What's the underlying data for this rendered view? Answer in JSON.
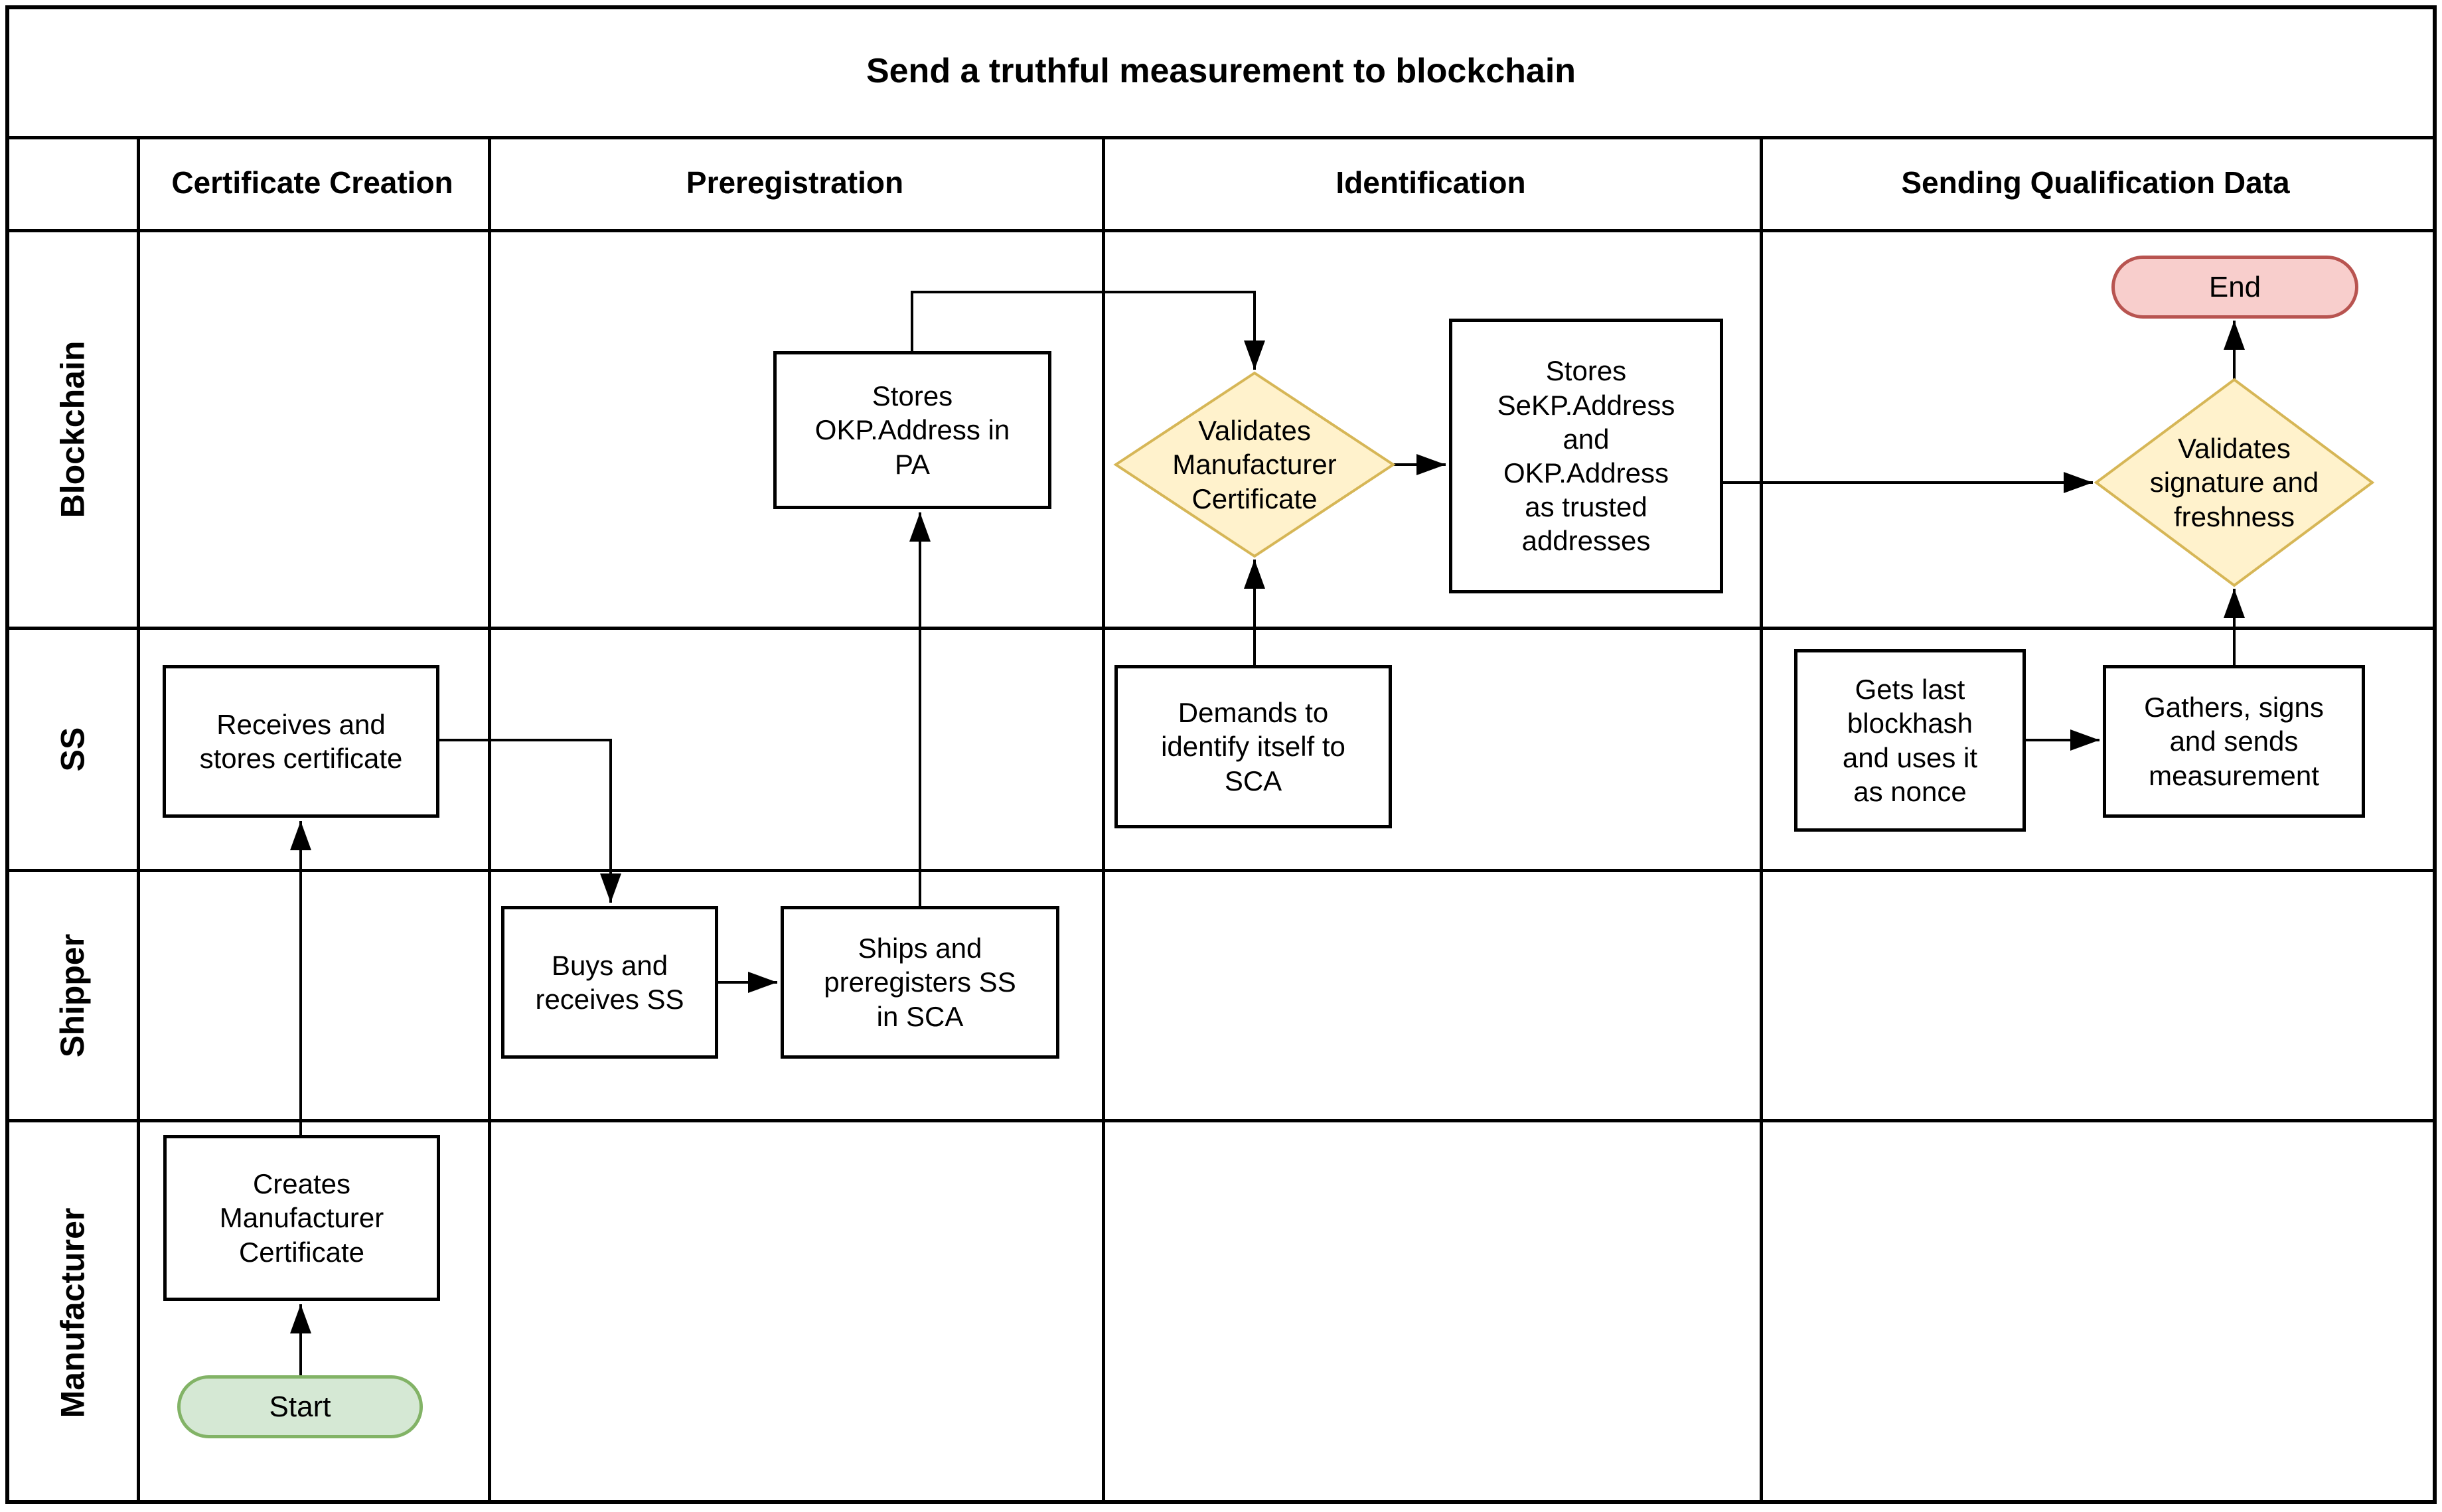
{
  "title": "Send a truthful measurement to blockchain",
  "phases": [
    {
      "label": "Certificate Creation"
    },
    {
      "label": "Preregistration"
    },
    {
      "label": "Identification"
    },
    {
      "label": "Sending Qualification Data"
    }
  ],
  "lanes": [
    {
      "label": "Blockchain"
    },
    {
      "label": "SS"
    },
    {
      "label": "Shipper"
    },
    {
      "label": "Manufacturer"
    }
  ],
  "nodes": {
    "start": {
      "type": "start-terminator",
      "lane": "Manufacturer",
      "phase": "Certificate Creation",
      "label": "Start"
    },
    "creates_certificate": {
      "type": "process",
      "lane": "Manufacturer",
      "phase": "Certificate Creation",
      "label": "Creates\nManufacturer\nCertificate"
    },
    "receives_stores_certificate": {
      "type": "process",
      "lane": "SS",
      "phase": "Certificate Creation",
      "label": "Receives and\nstores certificate"
    },
    "buys_receives_ss": {
      "type": "process",
      "lane": "Shipper",
      "phase": "Preregistration",
      "label": "Buys and\nreceives SS"
    },
    "ships_preregisters_ss": {
      "type": "process",
      "lane": "Shipper",
      "phase": "Preregistration",
      "label": "Ships and\npreregisters SS\nin SCA"
    },
    "stores_okp_address": {
      "type": "process",
      "lane": "Blockchain",
      "phase": "Preregistration",
      "label": "Stores\nOKP.Address in\nPA"
    },
    "validates_manufacturer_certificate": {
      "type": "decision",
      "lane": "Blockchain",
      "phase": "Identification",
      "label": "Validates\nManufacturer\nCertificate"
    },
    "demands_identification": {
      "type": "process",
      "lane": "SS",
      "phase": "Identification",
      "label": "Demands to\nidentify itself to\nSCA"
    },
    "stores_trusted_addresses": {
      "type": "process",
      "lane": "Blockchain",
      "phase": "Identification",
      "label": "Stores\nSeKP.Address\nand\nOKP.Address\nas trusted\naddresses"
    },
    "gets_last_blockhash": {
      "type": "process",
      "lane": "SS",
      "phase": "Sending Qualification Data",
      "label": "Gets last\nblockhash\nand uses it\nas nonce"
    },
    "gathers_signs_sends": {
      "type": "process",
      "lane": "SS",
      "phase": "Sending Qualification Data",
      "label": "Gathers, signs\nand sends\nmeasurement"
    },
    "validates_signature_freshness": {
      "type": "decision",
      "lane": "Blockchain",
      "phase": "Sending Qualification Data",
      "label": "Validates\nsignature and\nfreshness"
    },
    "end": {
      "type": "end-terminator",
      "lane": "Blockchain",
      "phase": "Sending Qualification Data",
      "label": "End"
    }
  },
  "edges": [
    {
      "from": "start",
      "to": "creates_certificate"
    },
    {
      "from": "creates_certificate",
      "to": "receives_stores_certificate"
    },
    {
      "from": "receives_stores_certificate",
      "to": "buys_receives_ss"
    },
    {
      "from": "buys_receives_ss",
      "to": "ships_preregisters_ss"
    },
    {
      "from": "ships_preregisters_ss",
      "to": "stores_okp_address"
    },
    {
      "from": "stores_okp_address",
      "to": "validates_manufacturer_certificate"
    },
    {
      "from": "demands_identification",
      "to": "validates_manufacturer_certificate"
    },
    {
      "from": "validates_manufacturer_certificate",
      "to": "stores_trusted_addresses"
    },
    {
      "from": "stores_trusted_addresses",
      "to": "validates_signature_freshness"
    },
    {
      "from": "gets_last_blockhash",
      "to": "gathers_signs_sends"
    },
    {
      "from": "gathers_signs_sends",
      "to": "validates_signature_freshness"
    },
    {
      "from": "validates_signature_freshness",
      "to": "end"
    }
  ],
  "colors": {
    "background": "#ffffff",
    "line": "#000000",
    "process_fill": "#ffffff",
    "process_stroke": "#000000",
    "decision_fill": "#fff2cc",
    "decision_stroke": "#d6b656",
    "start_fill": "#d5e8d4",
    "start_stroke": "#82b366",
    "end_fill": "#f8cecc",
    "end_stroke": "#b85450"
  }
}
